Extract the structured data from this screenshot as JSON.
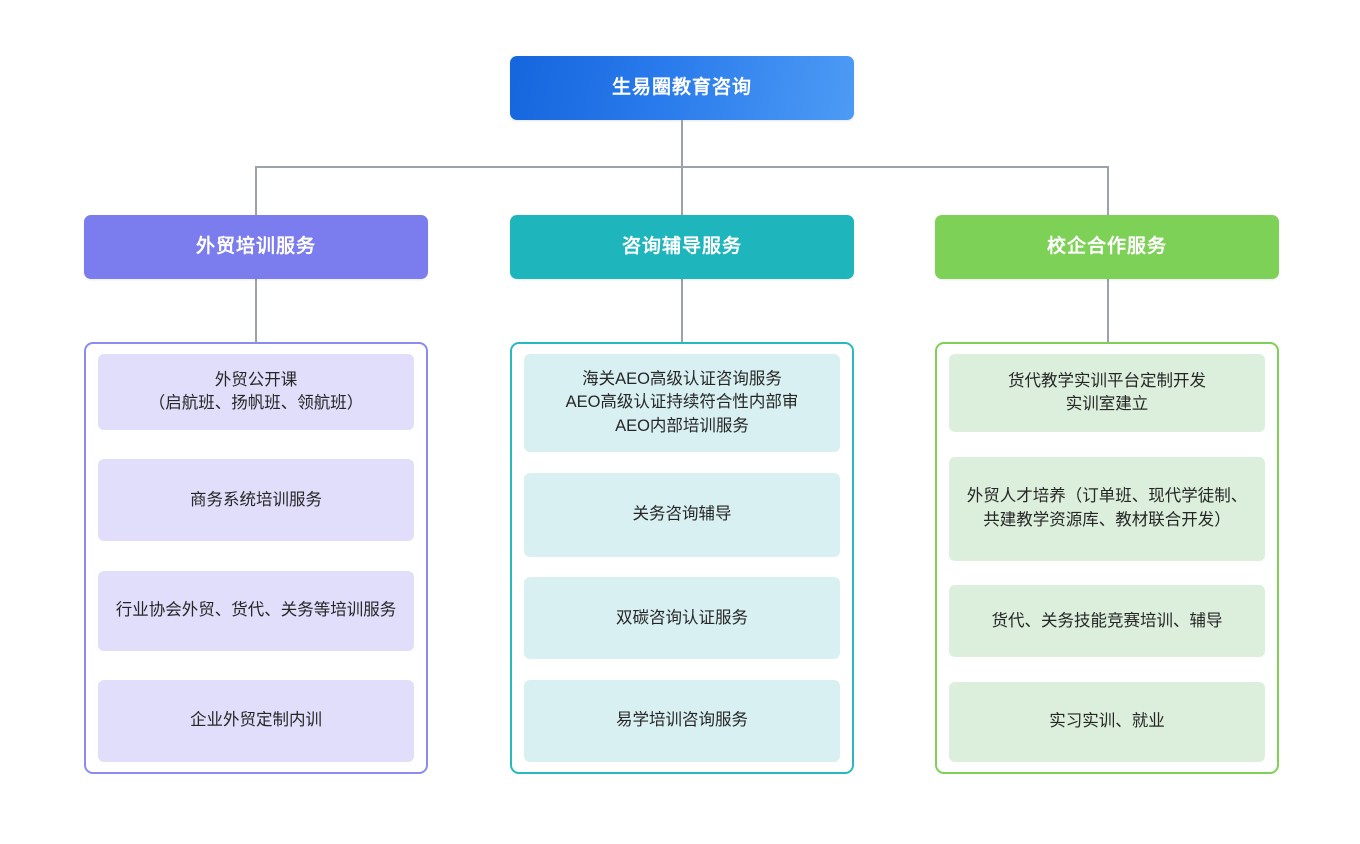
{
  "diagram": {
    "type": "organization-tree",
    "root": {
      "label": "生易圈教育咨询",
      "color": "#2a7bec"
    },
    "branches": [
      {
        "key": "training",
        "header": "外贸培训服务",
        "header_color": "#7b7ced",
        "border_color": "#8b8cf0",
        "card_color": "#e0defa",
        "items": [
          "外贸公开课\n（启航班、扬帆班、领航班）",
          "商务系统培训服务",
          "行业协会外贸、货代、关务等培训服务",
          "企业外贸定制内训"
        ]
      },
      {
        "key": "consulting",
        "header": "咨询辅导服务",
        "header_color": "#1fb5bd",
        "border_color": "#28b8c0",
        "card_color": "#d9f0f2",
        "items": [
          "海关AEO高级认证咨询服务\nAEO高级认证持续符合性内部审\nAEO内部培训服务",
          "关务咨询辅导",
          "双碳咨询认证服务",
          "易学培训咨询服务"
        ]
      },
      {
        "key": "school-enterprise",
        "header": "校企合作服务",
        "header_color": "#7ed157",
        "border_color": "#7ed157",
        "card_color": "#dcefdc",
        "items": [
          "货代教学实训平台定制开发\n实训室建立",
          "外贸人才培养（订单班、现代学徒制、共建教学资源库、教材联合开发）",
          "货代、关务技能竞赛培训、辅导",
          "实习实训、就业"
        ]
      }
    ],
    "connector_color": "#9aa3ac",
    "background_color": "#ffffff"
  }
}
